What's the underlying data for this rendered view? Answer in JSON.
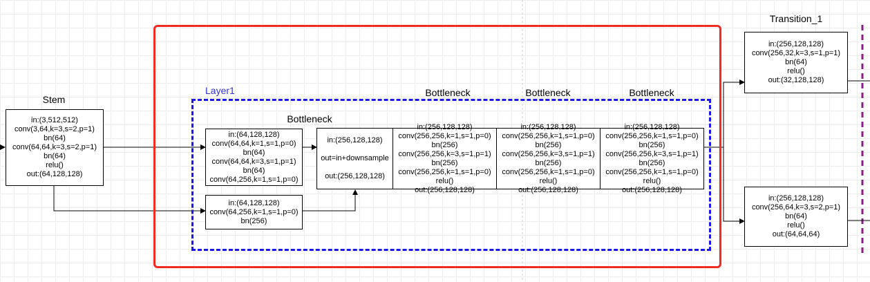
{
  "colors": {
    "grid": "#ececec",
    "outer_frame": "#ee2b25",
    "layer_frame": "#1a18e6",
    "layer_label": "#3333cc",
    "purple_divider": "#8b1a8b",
    "wire": "#000000"
  },
  "stem": {
    "title": "Stem",
    "lines": [
      "in:(3,512,512)",
      "conv(3,64,k=3,s=2,p=1)",
      "bn(64)",
      "conv(64,64,k=3,s=2,p=1)",
      "bn(64)",
      "relu()",
      "out:(64,128,128)"
    ]
  },
  "layer1": {
    "label": "Layer1",
    "bottleneck_title": "Bottleneck",
    "main_path": {
      "lines": [
        "in:(64,128,128)",
        "conv(64,64,k=1,s=1,p=0)",
        "bn(64)",
        "conv(64,64,k=3,s=1,p=1)",
        "bn(64)",
        "conv(64,256,k=1,s=1,p=0)"
      ]
    },
    "downsample": {
      "lines": [
        "in:(64,128,128)",
        "conv(64,256,k=1,s=1,p=0)",
        "bn(256)"
      ]
    },
    "merge": {
      "lines": [
        "in:(256,128,128)",
        "",
        "out=in+downsample",
        "",
        "out:(256,128,128)"
      ]
    },
    "blocks": [
      {
        "title": "Bottleneck",
        "lines": [
          "in:(256,128,128)",
          "conv(256,256,k=1,s=1,p=0)",
          "bn(256)",
          "conv(256,256,k=3,s=1,p=1)",
          "bn(256)",
          "conv(256,256,k=1,s=1,p=0)",
          "relu()",
          "out:(256,128,128)"
        ]
      },
      {
        "title": "Bottleneck",
        "lines": [
          "in:(256,128,128)",
          "conv(256,256,k=1,s=1,p=0)",
          "bn(256)",
          "conv(256,256,k=3,s=1,p=1)",
          "bn(256)",
          "conv(256,256,k=1,s=1,p=0)",
          "relu()",
          "out:(256,128,128)"
        ]
      },
      {
        "title": "Bottleneck",
        "lines": [
          "in:(256,128,128)",
          "conv(256,256,k=1,s=1,p=0)",
          "bn(256)",
          "conv(256,256,k=3,s=1,p=1)",
          "bn(256)",
          "conv(256,256,k=1,s=1,p=0)",
          "relu()",
          "out:(256,128,128)"
        ]
      }
    ]
  },
  "transition_1": {
    "title": "Transition_1",
    "upper": {
      "lines": [
        "in:(256,128,128)",
        "conv(256,32,k=3,s=1,p=1)",
        "bn(64)",
        "relu()",
        "out:(32,128,128)"
      ]
    },
    "lower": {
      "lines": [
        "in:(256,128,128)",
        "conv(256,64,k=3,s=2,p=1)",
        "bn(64)",
        "relu()",
        "out:(64,64,64)"
      ]
    }
  }
}
